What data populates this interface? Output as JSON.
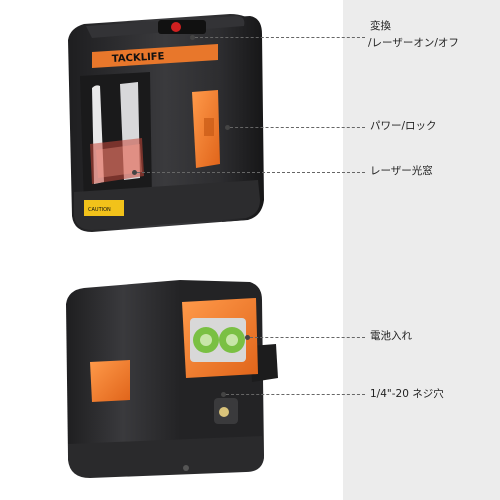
{
  "callouts": {
    "toggle_line1": "変換",
    "toggle_line2": "/レーザーオン/オフ",
    "power_lock": "パワー/ロック",
    "laser_window": "レーザー光窓",
    "battery": "電池入れ",
    "thread": "1/4\"-20 ネジ穴"
  },
  "device": {
    "brand_logo_text": "TACKLIFE",
    "caution_text": "CAUTION"
  },
  "colors": {
    "accent_orange": "#f07a2a",
    "body_dark": "#2a2a2c",
    "panel_gray": "#ececec",
    "battery_green": "#7ac043",
    "laser_red": "#d02020"
  }
}
